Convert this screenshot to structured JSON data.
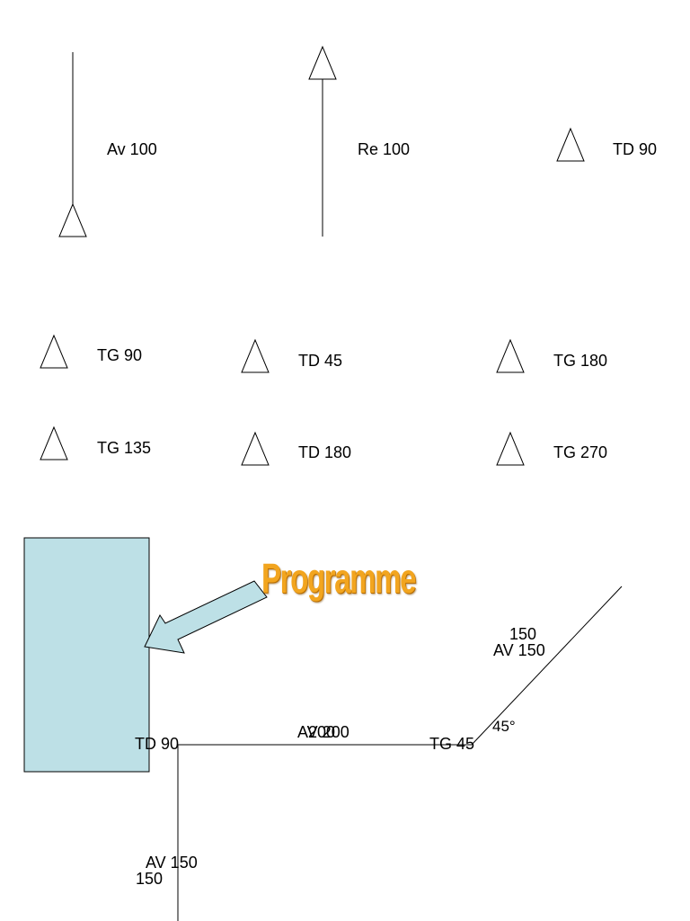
{
  "legend": {
    "av100": "Av 100",
    "re100": "Re 100",
    "td90": "TD 90",
    "tg90": "TG 90",
    "td45": "TD 45",
    "tg180": "TG 180",
    "tg135": "TG 135",
    "td180": "TD 180",
    "tg270": "TG 270"
  },
  "program": {
    "title": "Programme",
    "box_color": "#bde0e6",
    "title_color": "#f2a51f"
  },
  "path": {
    "td90": "TD 90",
    "av200": "AV 200",
    "len200": "200",
    "tg45": "TG 45",
    "angle": "45°",
    "len150_top": "150",
    "av150_top": "AV 150",
    "av150_bottom": "AV 150",
    "len150_bottom": "150"
  }
}
